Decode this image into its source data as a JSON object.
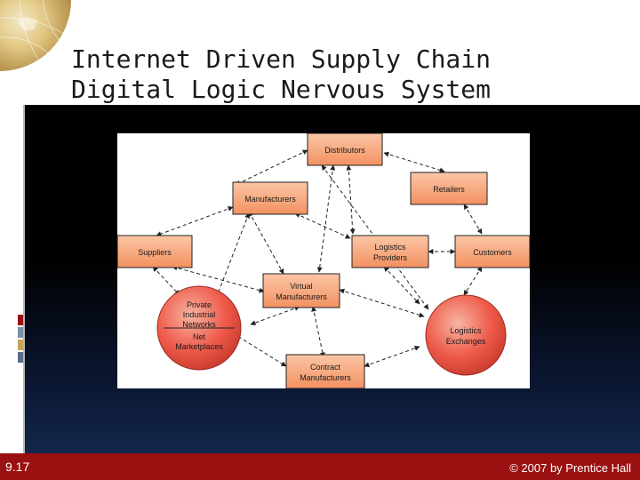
{
  "slide": {
    "title_line1": "Internet Driven Supply Chain",
    "title_line2": "Digital Logic Nervous System",
    "number": "9.17",
    "copyright": "© 2007 by Prentice Hall"
  },
  "diagram": {
    "nodes": {
      "distributors": "Distributors",
      "retailers": "Retailers",
      "manufacturers": "Manufacturers",
      "suppliers": "Suppliers",
      "logistics_providers_1": "Logistics",
      "logistics_providers_2": "Providers",
      "customers": "Customers",
      "virtual_manufacturers_1": "Virtual",
      "virtual_manufacturers_2": "Manufacturers",
      "contract_manufacturers_1": "Contract",
      "contract_manufacturers_2": "Manufacturers",
      "private_networks_1": "Private",
      "private_networks_2": "Industrial",
      "private_networks_3": "Networks",
      "net_marketplaces_1": "Net",
      "net_marketplaces_2": "Marketplaces",
      "logistics_exchanges_1": "Logistics",
      "logistics_exchanges_2": "Exchanges"
    }
  },
  "colors": {
    "footer": "#9b1010",
    "box_fill": "#f59a6a",
    "circle_fill": "#ee5a4a"
  }
}
